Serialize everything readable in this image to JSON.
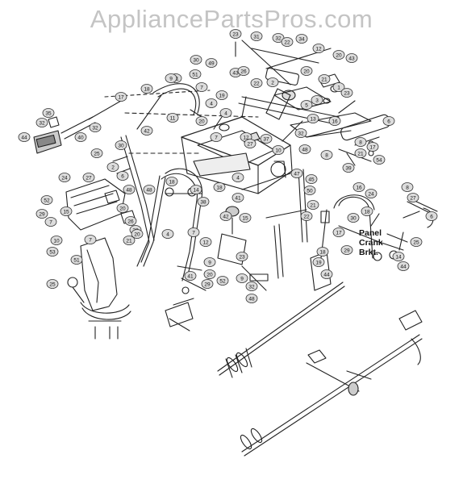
{
  "watermark": "AppliancePartsPros.com",
  "annotation": {
    "line1": "Panel",
    "line2": "Crank",
    "line3": "Brkt."
  },
  "colors": {
    "ink": "#222222",
    "bubble_fill": "#dcdcdc",
    "watermark": "#c4c4c4"
  },
  "callouts": [
    "23",
    "31",
    "32",
    "22",
    "34",
    "12",
    "20",
    "43",
    "30",
    "49",
    "43",
    "22",
    "26",
    "2",
    "20",
    "21",
    "3",
    "5",
    "1",
    "23",
    "17",
    "18",
    "31",
    "51",
    "7",
    "4",
    "19",
    "35",
    "32",
    "44",
    "40",
    "32",
    "9",
    "42",
    "11",
    "20",
    "4",
    "7",
    "12",
    "37",
    "27",
    "10",
    "48",
    "8",
    "13",
    "32",
    "16",
    "6",
    "8",
    "21",
    "17",
    "54",
    "39",
    "30",
    "25",
    "2",
    "6",
    "48",
    "24",
    "27",
    "52",
    "29",
    "15",
    "20",
    "26",
    "22",
    "48",
    "18",
    "14",
    "18",
    "4",
    "41",
    "15",
    "42",
    "38",
    "4",
    "20",
    "21",
    "7",
    "10",
    "53",
    "51",
    "7",
    "23",
    "9",
    "9",
    "20",
    "7",
    "12",
    "41",
    "29",
    "52",
    "32",
    "48",
    "47",
    "45",
    "50",
    "21",
    "22",
    "16",
    "24",
    "18",
    "30",
    "17",
    "29",
    "8",
    "27",
    "6",
    "25",
    "14",
    "44",
    "18",
    "19",
    "44",
    "25"
  ]
}
